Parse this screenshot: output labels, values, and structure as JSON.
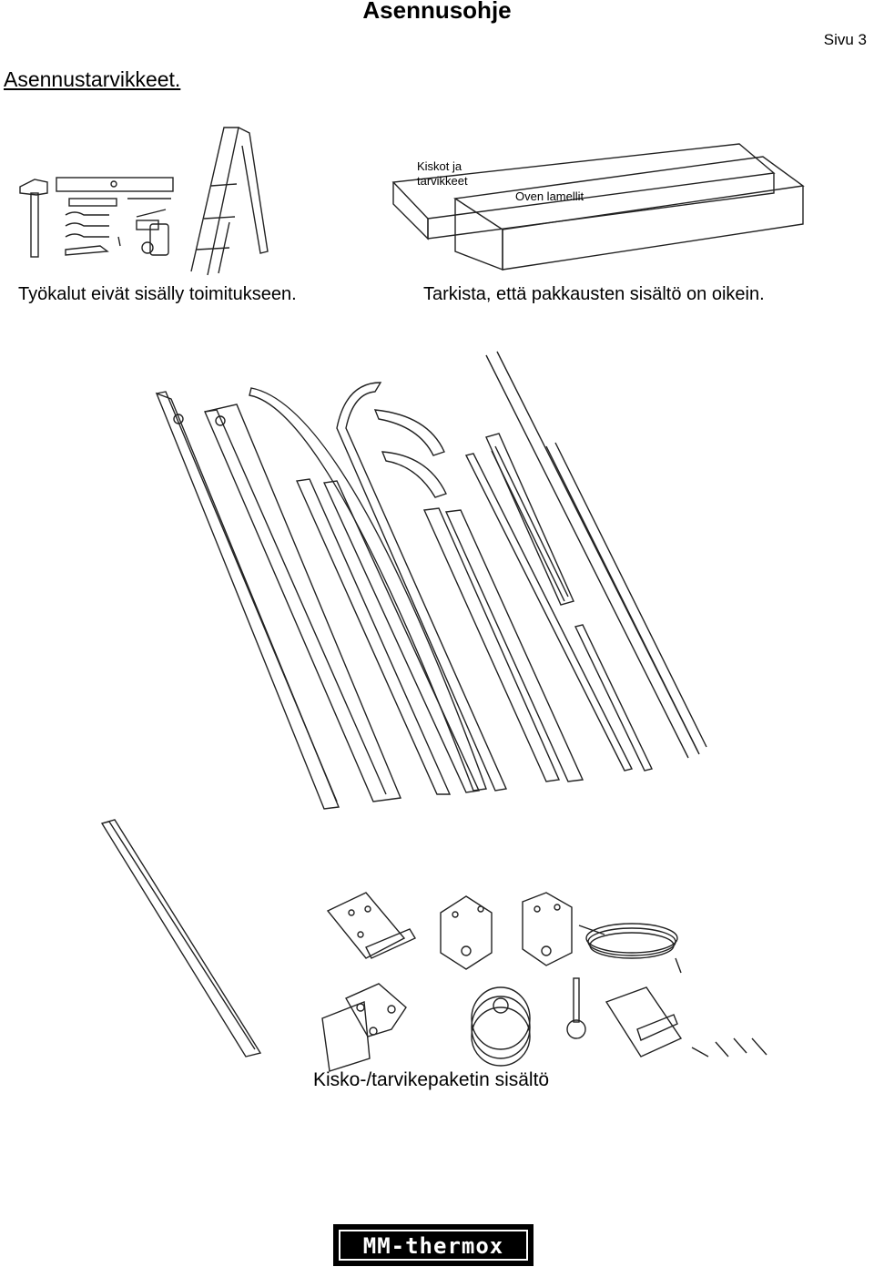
{
  "header": {
    "title": "Asennusohje",
    "page_label": "Sivu 3"
  },
  "section_heading": "Asennustarvikkeet.",
  "figure_top": {
    "label_rails": "Kiskot ja tarvikkeet",
    "label_slats": "Oven lamellit"
  },
  "captions": {
    "tools": "Työkalut eivät sisälly toimitukseen.",
    "check": "Tarkista, että pakkausten sisältö on oikein.",
    "kit": "Kisko-/tarvikepaketin sisältö"
  },
  "logo": {
    "text": "MM-thermox"
  }
}
